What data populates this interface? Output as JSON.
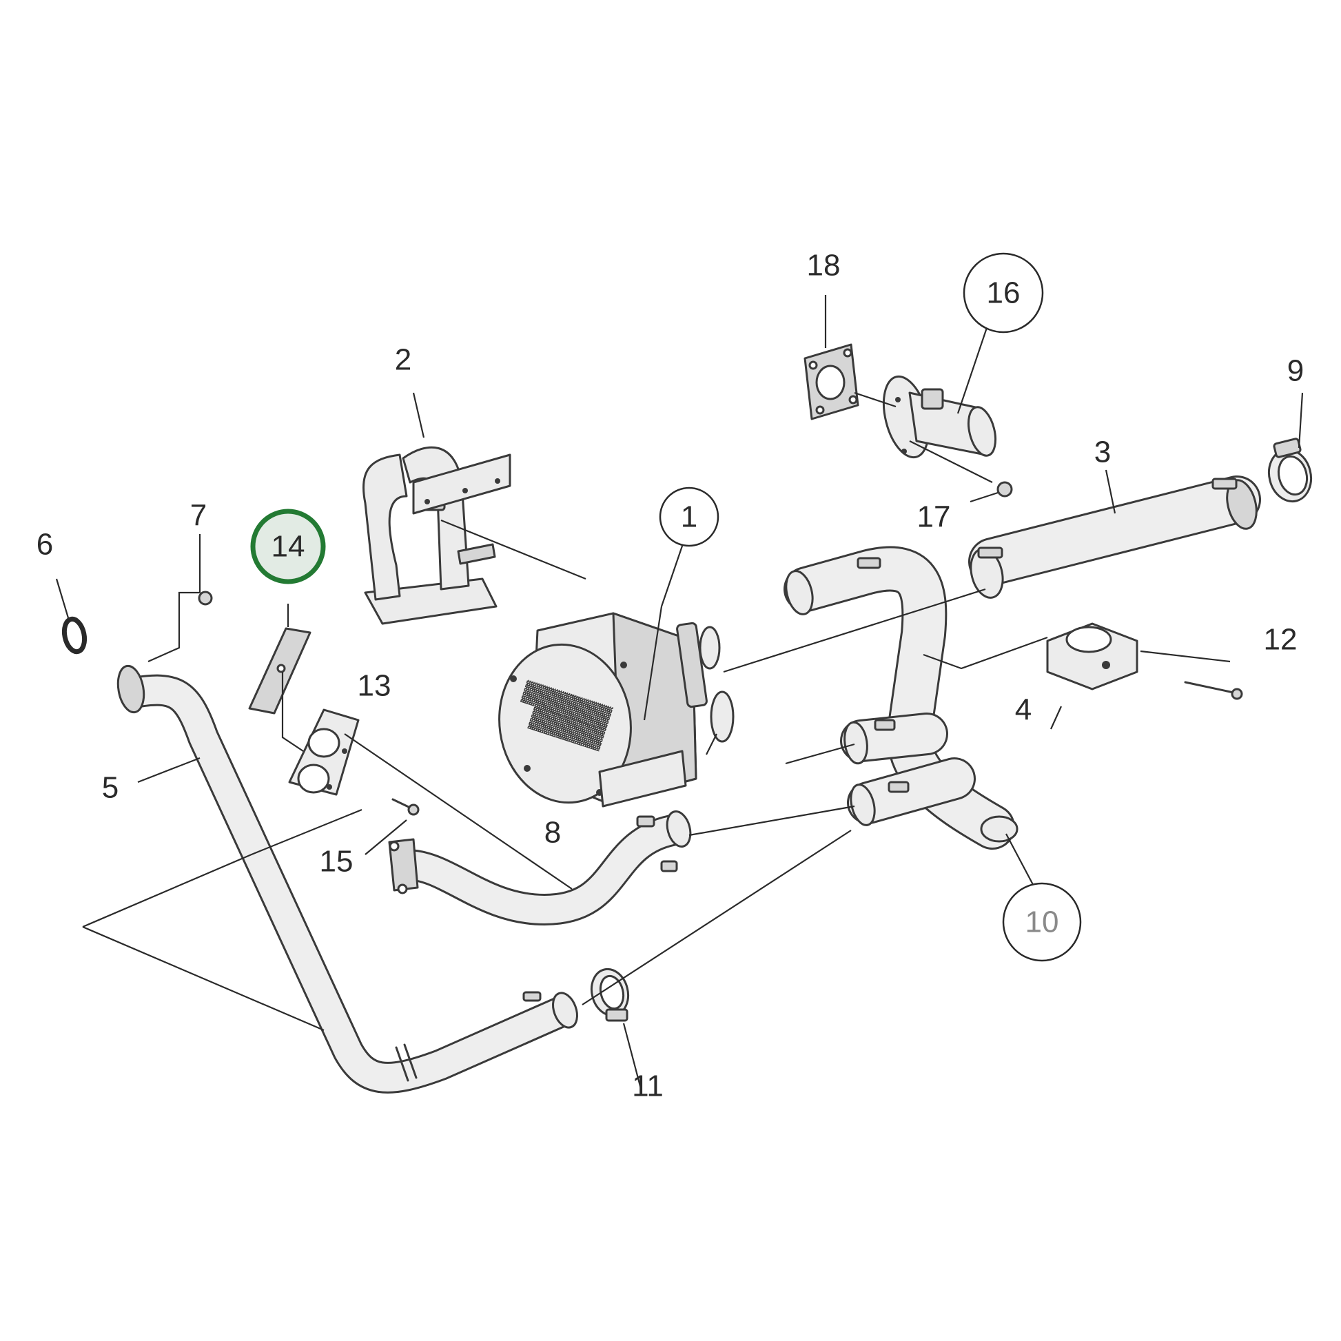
{
  "callouts": [
    {
      "id": "1",
      "label": "1",
      "circled": true,
      "highlighted": false
    },
    {
      "id": "2",
      "label": "2",
      "circled": false,
      "highlighted": false
    },
    {
      "id": "3",
      "label": "3",
      "circled": false,
      "highlighted": false
    },
    {
      "id": "4",
      "label": "4",
      "circled": false,
      "highlighted": false
    },
    {
      "id": "5",
      "label": "5",
      "circled": false,
      "highlighted": false
    },
    {
      "id": "6",
      "label": "6",
      "circled": false,
      "highlighted": false
    },
    {
      "id": "7",
      "label": "7",
      "circled": false,
      "highlighted": false
    },
    {
      "id": "8",
      "label": "8",
      "circled": false,
      "highlighted": false
    },
    {
      "id": "9",
      "label": "9",
      "circled": false,
      "highlighted": false
    },
    {
      "id": "10",
      "label": "10",
      "circled": true,
      "highlighted": false
    },
    {
      "id": "11",
      "label": "11",
      "circled": false,
      "highlighted": false
    },
    {
      "id": "12",
      "label": "12",
      "circled": false,
      "highlighted": false
    },
    {
      "id": "13",
      "label": "13",
      "circled": false,
      "highlighted": false
    },
    {
      "id": "14",
      "label": "14",
      "circled": true,
      "highlighted": true
    },
    {
      "id": "15",
      "label": "15",
      "circled": false,
      "highlighted": false
    },
    {
      "id": "16",
      "label": "16",
      "circled": true,
      "highlighted": false
    },
    {
      "id": "17",
      "label": "17",
      "circled": false,
      "highlighted": false
    },
    {
      "id": "18",
      "label": "18",
      "circled": false,
      "highlighted": false
    }
  ],
  "colors": {
    "highlight_ring": "#237a33",
    "line": "#2a2a2a",
    "part_fill": "#ececec"
  },
  "icons": {
    "engine": "engine-block-icon",
    "clamp": "hose-clamp-icon",
    "bolt": "bolt-icon"
  }
}
